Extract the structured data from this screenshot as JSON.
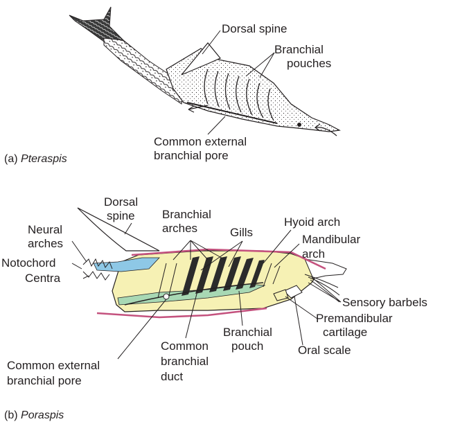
{
  "panel_a": {
    "caption_prefix": "(a)",
    "caption_name": "Pteraspis",
    "labels": {
      "dorsal_spine": "Dorsal spine",
      "branchial_pouches_1": "Branchial",
      "branchial_pouches_2": "pouches",
      "pore_1": "Common external",
      "pore_2": "branchial pore"
    }
  },
  "panel_b": {
    "caption_prefix": "(b)",
    "caption_name": "Poraspis",
    "labels": {
      "dorsal_spine_1": "Dorsal",
      "dorsal_spine_2": "spine",
      "branchial_arches_1": "Branchial",
      "branchial_arches_2": "arches",
      "gills": "Gills",
      "hyoid_arch": "Hyoid arch",
      "mandibular_1": "Mandibular",
      "mandibular_2": "arch",
      "neural_1": "Neural",
      "neural_2": "arches",
      "notochord": "Notochord",
      "centra": "Centra",
      "sensory_barbels": "Sensory barbels",
      "premandibular_1": "Premandibular",
      "premandibular_2": "cartilage",
      "oral_scale": "Oral scale",
      "branchial_pouch_1": "Branchial",
      "branchial_pouch_2": "pouch",
      "common_duct_1": "Common",
      "common_duct_2": "branchial",
      "common_duct_3": "duct",
      "ext_pore_1": "Common external",
      "ext_pore_2": "branchial pore"
    }
  },
  "colors": {
    "line": "#231f20",
    "body_fill": "#f6f1b4",
    "notochord": "#8ec8e6",
    "duct": "#a8d8b4",
    "outline_pink": "#c4527e",
    "gill_dark": "#2b2b2b"
  }
}
